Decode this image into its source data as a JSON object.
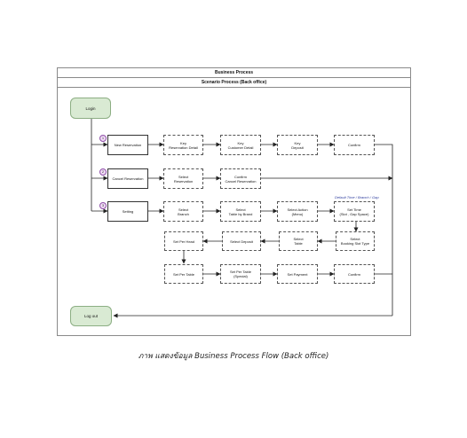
{
  "header": {
    "title": "Business Process",
    "subtitle": "Scenario Process (Back office)"
  },
  "terminals": {
    "login": "Login",
    "logout": "Log out"
  },
  "badges": [
    "1",
    "2",
    "3"
  ],
  "row1": {
    "start": "New Reservation",
    "step1": "Key\nReservation Detail",
    "step2": "Key\nCustomer Detail",
    "step3": "Key\nDeposit",
    "end": "Confirm"
  },
  "row2": {
    "start": "Cancel Reservation",
    "step1": "Select\nReservation",
    "step2": "Confirm\nCancel Reservation"
  },
  "row3": {
    "start": "Setting",
    "step1": "Select\nBranch",
    "step2": "Select\nTable by Brand",
    "step3": "Select Action\n(Menu)",
    "step4": "Set Time\n(Slot , Gap Space)",
    "note": "Default Time / Branch / Gap"
  },
  "row4": {
    "step1": "Select\nBooking Slot Type",
    "step2": "Select\nTable",
    "step3": "Select Deposit",
    "step4": "Set Per Head"
  },
  "row5": {
    "step1": "Set Per Table",
    "step2": "Set Per Table\n(Special)",
    "step3": "Set Payment",
    "end": "Confirm"
  },
  "caption": "ภาพ แสดงข้อมูล Business Process Flow (Back office)",
  "colors": {
    "terminal_fill": "#d9ead3",
    "terminal_border": "#8cae83",
    "badge_fill": "#f1dcf6",
    "badge_border": "#8e4fa8",
    "note": "#2e3d9e"
  }
}
